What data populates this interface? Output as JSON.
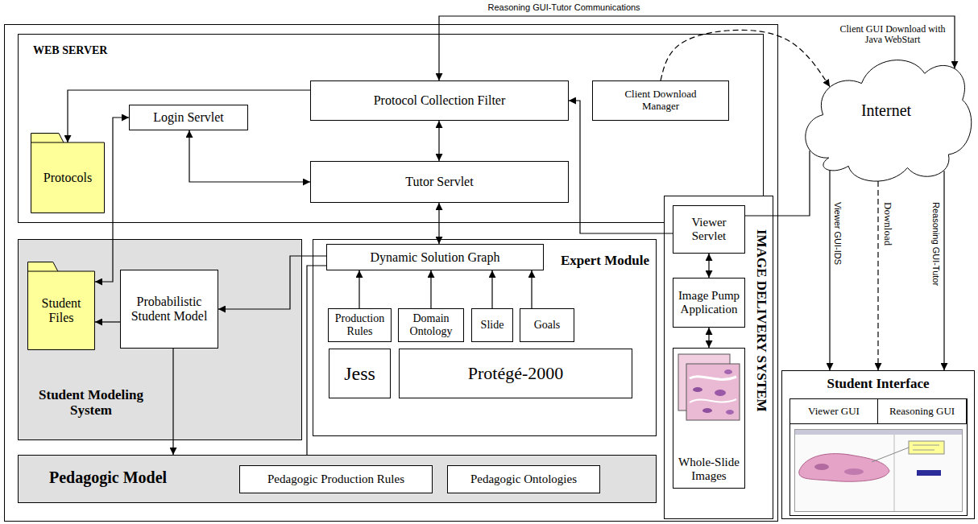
{
  "diagram": {
    "nodes": [
      {
        "text": [
          "WEB SERVER"
        ]
      },
      {
        "text": [
          "Protocols"
        ],
        "in": 0
      },
      {
        "text": [
          "Login Servlet"
        ],
        "in": 0
      },
      {
        "text": [
          "Protocol Collection Filter"
        ],
        "in": 0
      },
      {
        "text": [
          "Client Download Manager"
        ],
        "in": 0
      },
      {
        "text": [
          "Tutor Servlet"
        ],
        "in": 0
      },
      {
        "text": [
          "Internet"
        ]
      },
      {
        "text": [
          "IMAGE DELIVERY SYSTEM"
        ]
      },
      {
        "text": [
          "Viewer Servlet"
        ],
        "in": 7
      },
      {
        "text": [
          "Image Pump Application"
        ],
        "in": 7
      },
      {
        "text": [
          "Whole-Slide Images"
        ],
        "in": 7
      },
      {
        "text": [
          "Student Modeling System"
        ]
      },
      {
        "text": [
          "Student Files"
        ],
        "in": 11
      },
      {
        "text": [
          "Probabilistic Student Model"
        ],
        "in": 11
      },
      {
        "text": [
          "Expert Module"
        ]
      },
      {
        "text": [
          "Dynamic Solution Graph"
        ],
        "in": 14
      },
      {
        "text": [
          "Production Rules"
        ],
        "in": 14
      },
      {
        "text": [
          "Domain Ontology"
        ],
        "in": 14
      },
      {
        "text": [
          "Slide"
        ],
        "in": 14
      },
      {
        "text": [
          "Goals"
        ],
        "in": 14
      },
      {
        "text": [
          "Jess"
        ],
        "in": 14
      },
      {
        "text": [
          "Protégé-2000"
        ],
        "in": 14
      },
      {
        "text": [
          "Student Interface"
        ]
      },
      {
        "text": [
          "Viewer GUI"
        ],
        "in": 22
      },
      {
        "text": [
          "Reasoning GUI"
        ],
        "in": 22
      },
      {
        "text": [
          "Pedagogic Model"
        ]
      },
      {
        "text": [
          "Pedagogic Production Rules"
        ],
        "in": 25
      },
      {
        "text": [
          "Pedagogic Ontologies"
        ],
        "in": 25
      }
    ],
    "edges": [
      {
        "from": 3,
        "to": 6,
        "arrow": "both",
        "label": "Reasoning GUI-Tutor Communications"
      },
      {
        "from": 4,
        "to": 6,
        "arrow": "to",
        "label": "Client GUI Download with Java WebStart"
      },
      {
        "from": 3,
        "to": 1,
        "arrow": "to"
      },
      {
        "from": 3,
        "to": 5,
        "arrow": "both"
      },
      {
        "from": 2,
        "to": 5,
        "arrow": "both"
      },
      {
        "from": 2,
        "to": 12,
        "arrow": "both"
      },
      {
        "from": 5,
        "to": 15,
        "arrow": "both"
      },
      {
        "from": 8,
        "to": 3,
        "arrow": "to"
      },
      {
        "from": 8,
        "to": 9,
        "arrow": "both"
      },
      {
        "from": 9,
        "to": 10,
        "arrow": "both"
      },
      {
        "from": 8,
        "to": 6,
        "arrow": "none"
      },
      {
        "from": 6,
        "to": 22,
        "arrow": "to",
        "label": "Viewer GUI-IDS"
      },
      {
        "from": 6,
        "to": 22,
        "arrow": "to",
        "label": "Download"
      },
      {
        "from": 6,
        "to": 22,
        "arrow": "to",
        "label": "Reasoning GUI-Tutor"
      },
      {
        "from": 16,
        "to": 15,
        "arrow": "to"
      },
      {
        "from": 17,
        "to": 15,
        "arrow": "to"
      },
      {
        "from": 18,
        "to": 15,
        "arrow": "to"
      },
      {
        "from": 19,
        "to": 15,
        "arrow": "to"
      },
      {
        "from": 15,
        "to": 13,
        "arrow": "to"
      },
      {
        "from": 13,
        "to": 12,
        "arrow": "to"
      },
      {
        "from": 13,
        "to": 25,
        "arrow": "to"
      },
      {
        "from": 15,
        "to": 25,
        "arrow": "none"
      }
    ]
  }
}
